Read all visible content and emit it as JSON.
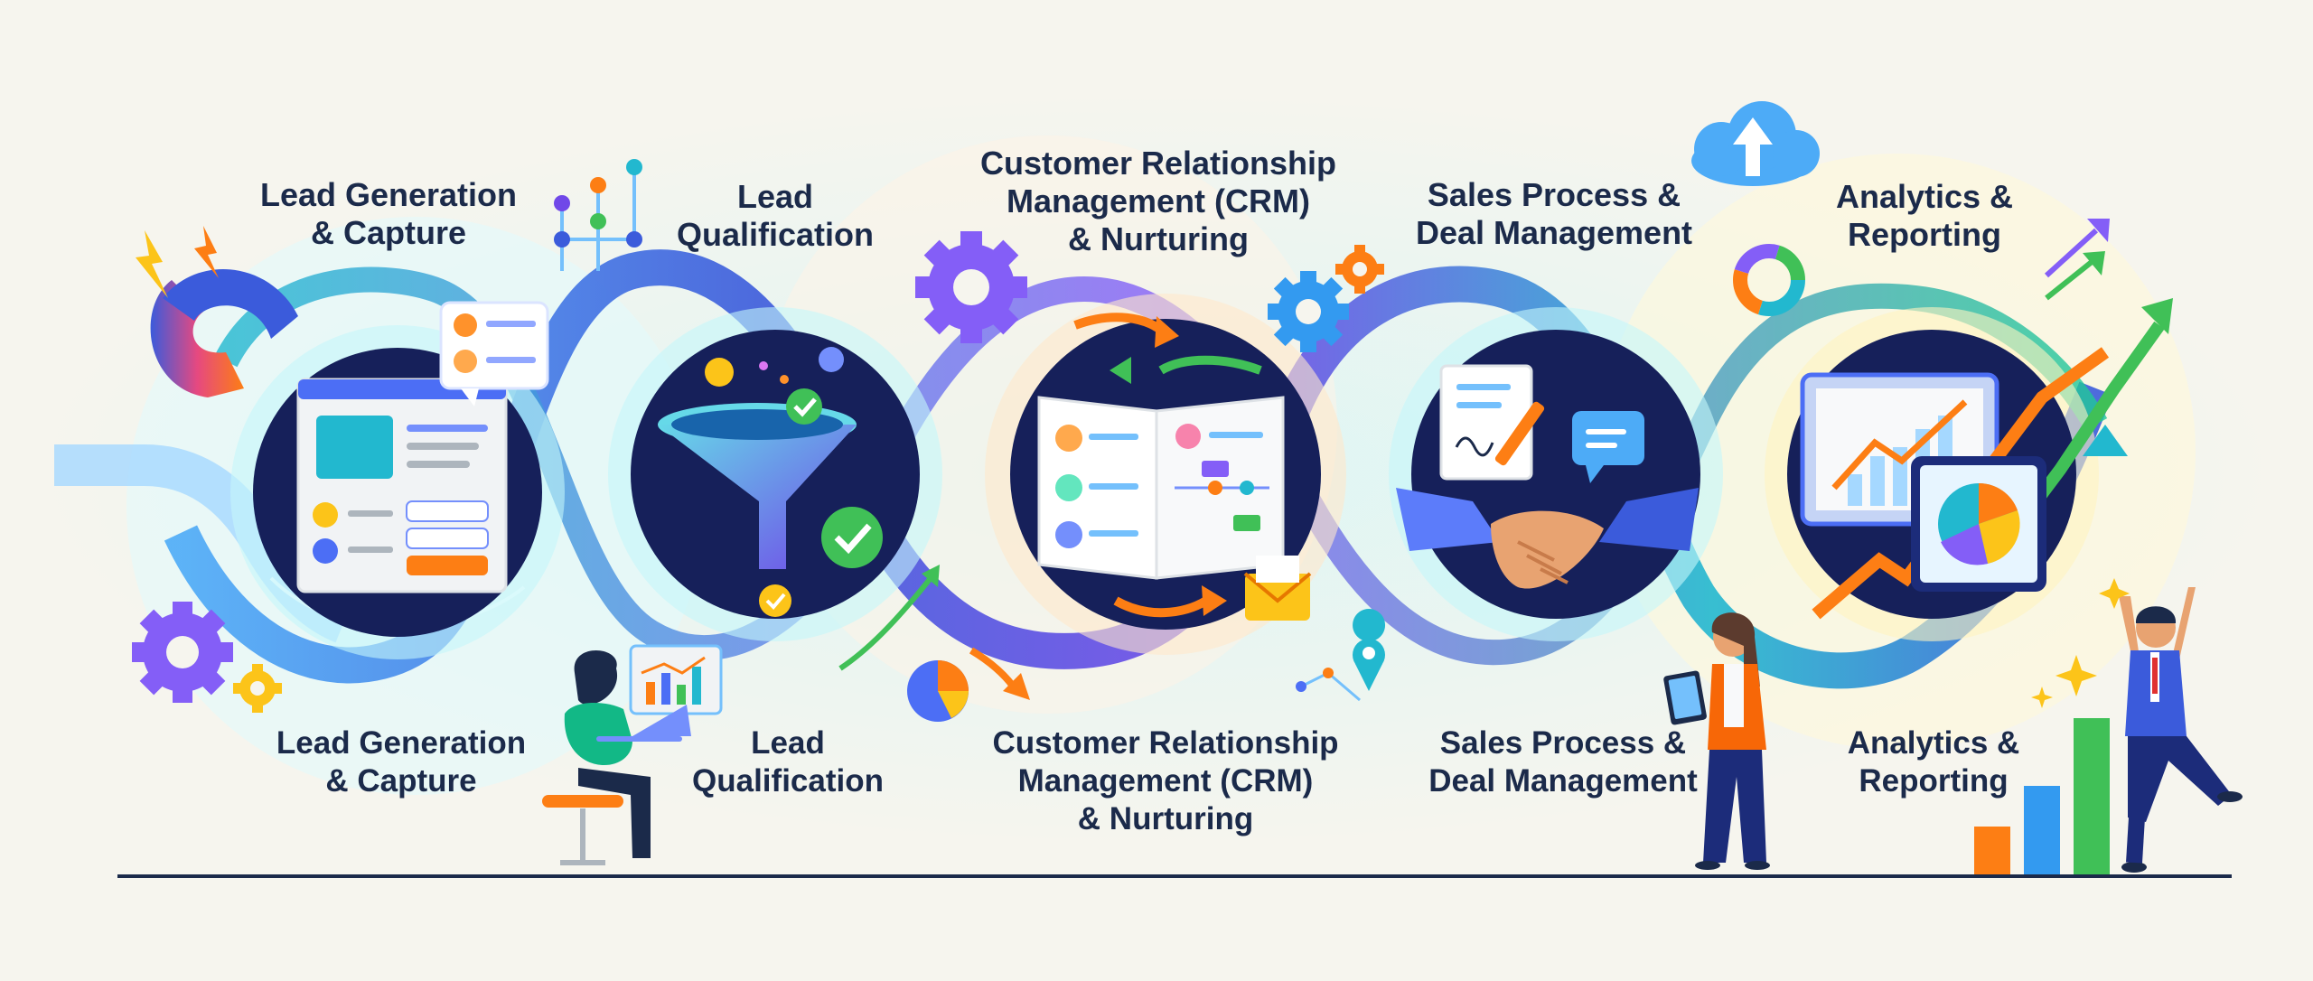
{
  "stages": [
    {
      "top_label": "Lead Generation\n& Capture",
      "bottom_label": "Lead Generation\n& Capture",
      "icon": "magnet-form-icon"
    },
    {
      "top_label": "Lead\nQualification",
      "bottom_label": "Lead\nQualification",
      "icon": "funnel-icon"
    },
    {
      "top_label": "Customer Relationship\nManagement (CRM)\n& Nurturing",
      "bottom_label": "Customer Relationship\nManagement (CRM)\n& Nurturing",
      "icon": "crm-book-icon"
    },
    {
      "top_label": "Sales Process &\nDeal Management",
      "bottom_label": "Sales Process &\nDeal Management",
      "icon": "handshake-icon"
    },
    {
      "top_label": "Analytics &\nReporting",
      "bottom_label": "Analytics &\nReporting",
      "icon": "analytics-chart-icon"
    }
  ],
  "colors": {
    "background": "#f6f5ee",
    "circle_fill": "#16205a",
    "ribbon_blue": "#3b5bdb",
    "ribbon_purple": "#7048e8",
    "ribbon_teal": "#22b8cf",
    "accent_orange": "#fd7e14",
    "accent_green": "#40c057",
    "text": "#1b2a4a"
  }
}
